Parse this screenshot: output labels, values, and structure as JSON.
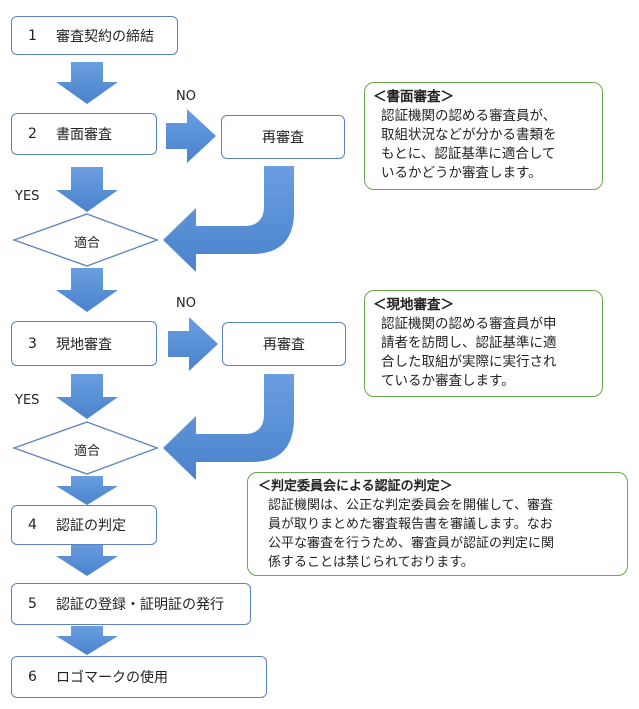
{
  "steps": [
    {
      "num": "1",
      "label": "審査契約の締結"
    },
    {
      "num": "2",
      "label": "書面審査"
    },
    {
      "num": "3",
      "label": "現地審査"
    },
    {
      "num": "4",
      "label": "認証の判定"
    },
    {
      "num": "5",
      "label": "認証の登録・証明証の発行"
    },
    {
      "num": "6",
      "label": "ロゴマークの使用"
    }
  ],
  "reexam_label": "再審査",
  "decision_label": "適合",
  "yes_label": "YES",
  "no_label": "NO",
  "notes": {
    "document_review": {
      "title": "＜書面審査＞",
      "body": [
        "認証機関の認める審査員が、",
        "取組状況などが分かる書類を",
        "もとに、認証基準に適合して",
        "いるかどうか審査します。"
      ]
    },
    "site_review": {
      "title": "＜現地審査＞",
      "body": [
        "認証機関の認める審査員が申",
        "請者を訪問し、認証基準に適",
        "合した取組が実際に実行され",
        "ているか審査します。"
      ]
    },
    "judgment": {
      "title": "＜判定委員会による認証の判定＞",
      "body": [
        "認証機関は、公正な判定委員会を開催して、審査",
        "員が取りまとめた審査報告書を審議します。なお",
        "公平な審査を行うため、審査員が認証の判定に関",
        "係することは禁じられております。"
      ]
    }
  },
  "colors": {
    "arrow": "#5b8fd6",
    "box_border": "#5b82c0",
    "note_border": "#6aa84f"
  }
}
